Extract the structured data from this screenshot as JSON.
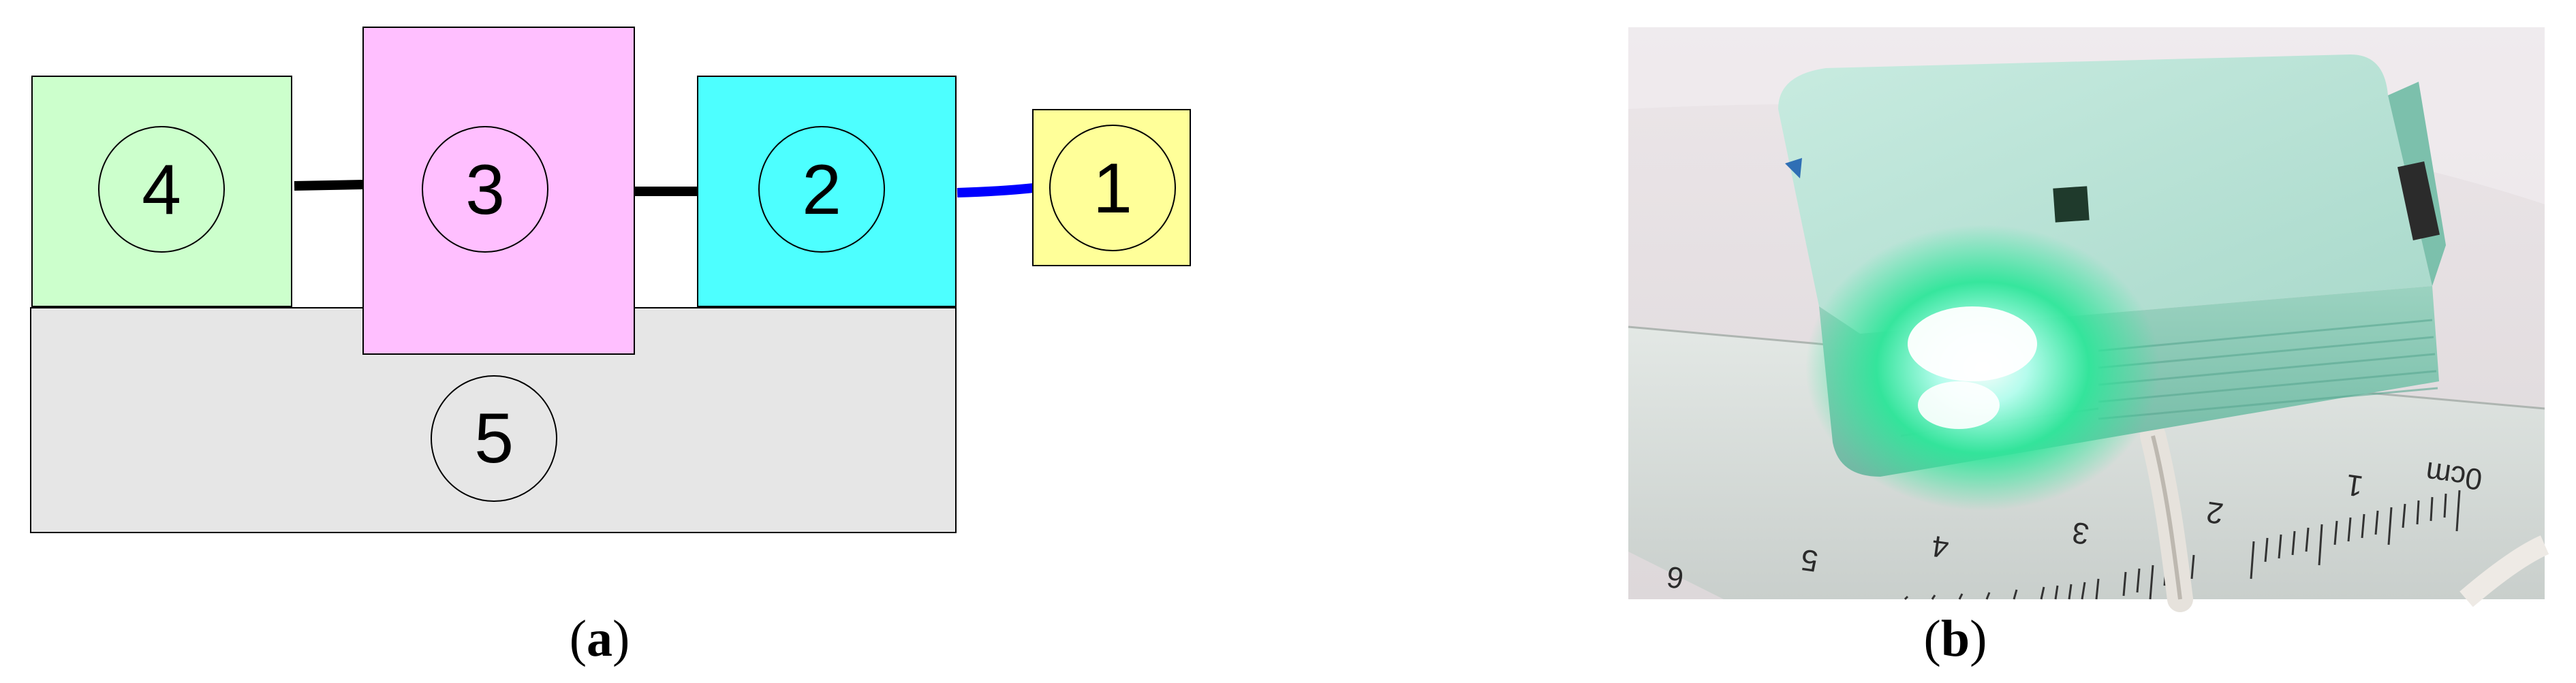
{
  "panel_a": {
    "caption_letter": "a",
    "blocks": [
      {
        "id": "block-5",
        "label": "5",
        "fill": "#e6e6e6"
      },
      {
        "id": "block-4",
        "label": "4",
        "fill": "#ccffcc"
      },
      {
        "id": "block-3",
        "label": "3",
        "fill": "#ffbfff"
      },
      {
        "id": "block-2",
        "label": "2",
        "fill": "#4dffff"
      },
      {
        "id": "block-1",
        "label": "1",
        "fill": "#ffff99"
      }
    ],
    "connectors": [
      {
        "from": "4",
        "to": "3",
        "color": "#000000"
      },
      {
        "from": "3",
        "to": "2",
        "color": "#000000"
      },
      {
        "from": "2",
        "to": "1",
        "color": "#0000ff"
      }
    ]
  },
  "panel_b": {
    "caption_letter": "b",
    "ruler_labels": [
      "0cm",
      "1",
      "2",
      "3",
      "4",
      "5",
      "6"
    ],
    "colors": {
      "device": "#b8e2d6",
      "glow": "#2fe69a",
      "background": "#e9e4e6",
      "ruler": "#d9dedb"
    }
  }
}
